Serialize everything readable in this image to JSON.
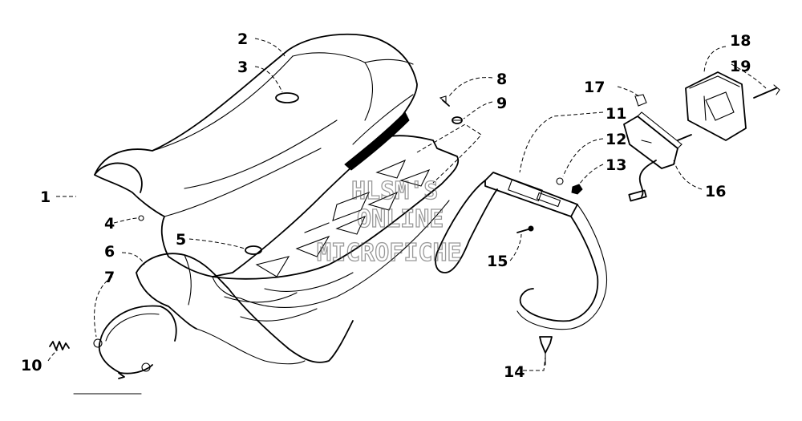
{
  "watermark": {
    "line1": "HLSM'S",
    "line2": "ONLINE",
    "line3": "MICROFICHE"
  },
  "callouts": [
    {
      "id": "1",
      "label": "1"
    },
    {
      "id": "2",
      "label": "2"
    },
    {
      "id": "3",
      "label": "3"
    },
    {
      "id": "4",
      "label": "4"
    },
    {
      "id": "5",
      "label": "5"
    },
    {
      "id": "6",
      "label": "6"
    },
    {
      "id": "7",
      "label": "7"
    },
    {
      "id": "8",
      "label": "8"
    },
    {
      "id": "9",
      "label": "9"
    },
    {
      "id": "10",
      "label": "10"
    },
    {
      "id": "11",
      "label": "11"
    },
    {
      "id": "12",
      "label": "12"
    },
    {
      "id": "13",
      "label": "13"
    },
    {
      "id": "14",
      "label": "14"
    },
    {
      "id": "15",
      "label": "15"
    },
    {
      "id": "16",
      "label": "16"
    },
    {
      "id": "17",
      "label": "17"
    },
    {
      "id": "18",
      "label": "18"
    },
    {
      "id": "19",
      "label": "19"
    }
  ]
}
